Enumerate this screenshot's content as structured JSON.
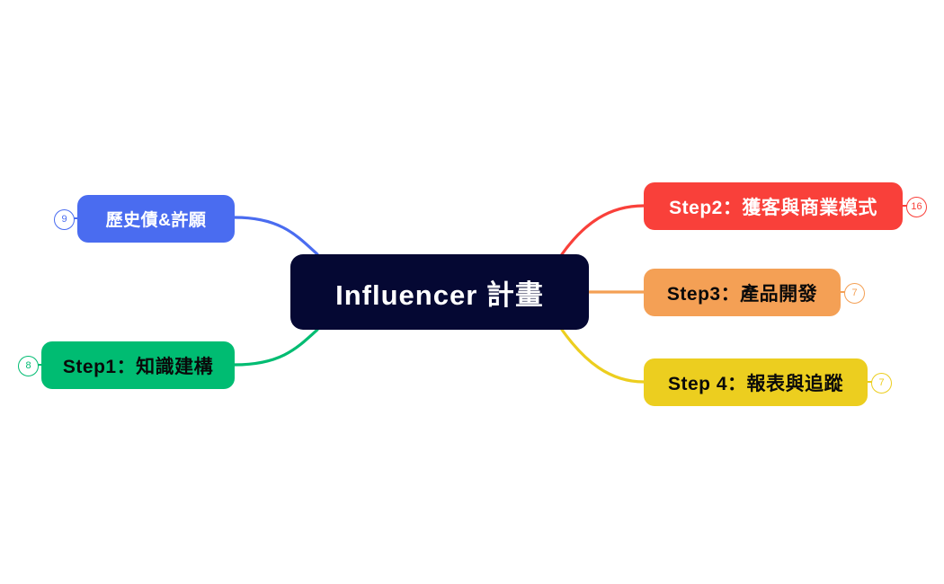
{
  "diagram": {
    "type": "mind-map",
    "background_color": "#ffffff",
    "root": {
      "label": "Influencer 計畫",
      "fill_color": "#050833",
      "text_color": "#ffffff"
    },
    "branches": [
      {
        "id": "history",
        "label": "歷史債&許願",
        "side": "left",
        "badge": "9",
        "fill_color": "#4a6cf0",
        "text_color": "#ffffff",
        "connector_color": "#4a6cf0",
        "connector_style": "curve"
      },
      {
        "id": "step1",
        "label": "Step1：知識建構",
        "side": "left",
        "badge": "8",
        "fill_color": "#00bc72",
        "text_color": "#0a0a0a",
        "connector_color": "#00bc72",
        "connector_style": "curve"
      },
      {
        "id": "step2",
        "label": "Step2：獲客與商業模式",
        "side": "right",
        "badge": "16",
        "fill_color": "#f9403a",
        "text_color": "#ffffff",
        "connector_color": "#f9403a",
        "connector_style": "curve"
      },
      {
        "id": "step3",
        "label": "Step3：產品開發",
        "side": "right",
        "badge": "7",
        "fill_color": "#f4a055",
        "text_color": "#0a0a0a",
        "connector_color": "#f4a055",
        "connector_style": "straight"
      },
      {
        "id": "step4",
        "label": "Step 4：報表與追蹤",
        "side": "right",
        "badge": "7",
        "fill_color": "#ecce1f",
        "text_color": "#0a0a0a",
        "connector_color": "#ecce1f",
        "connector_style": "curve"
      }
    ]
  }
}
